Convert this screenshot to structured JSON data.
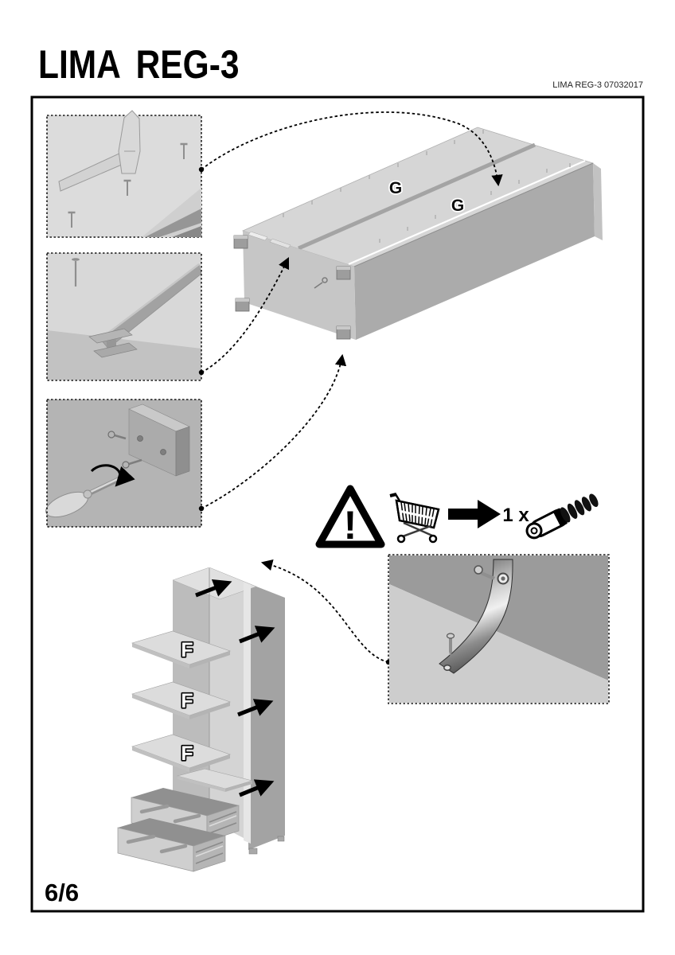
{
  "header": {
    "title": "LIMA REG-3",
    "doc_code": "LIMA REG-3 07032017"
  },
  "footer": {
    "page_number": "6/6"
  },
  "diagram": {
    "back_panel_labels": [
      "G",
      "G"
    ],
    "shelf_labels": [
      "F",
      "F",
      "F"
    ],
    "hardware_note": {
      "warning_mark": "!",
      "quantity_label": "1 x",
      "item_icon": "wall-plug-icon",
      "source_icon": "shopping-cart-icon"
    },
    "tool_icons": [
      "hammer-icon",
      "nail-icon",
      "screwdriver-icon"
    ],
    "colors": {
      "ink": "#000000",
      "panel_light": "#d9d9d9",
      "panel_mid": "#bdbdbd",
      "panel_dark": "#a6a6a6",
      "background": "#ffffff"
    }
  }
}
